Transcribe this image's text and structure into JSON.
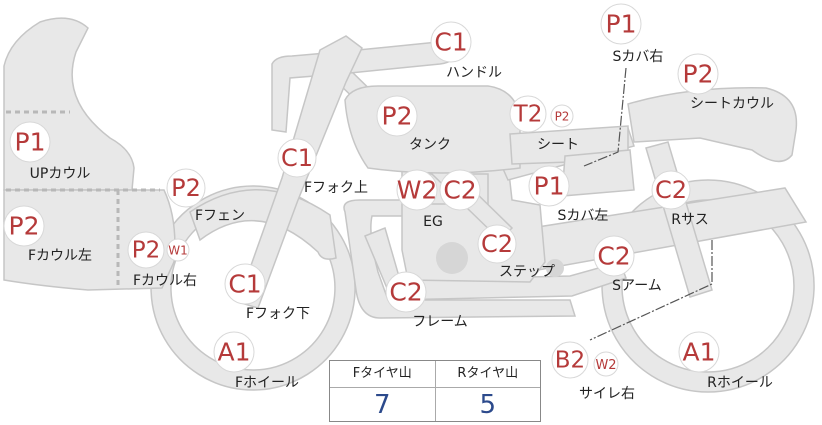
{
  "colors": {
    "badge_text": "#b53a3a",
    "bike_fill": "#e8e8e8",
    "tread_value": "#2c4a8c"
  },
  "badges": [
    {
      "id": "badge-c1-handle",
      "code": "C1",
      "label": "ハンドル"
    },
    {
      "id": "badge-p1-sideR",
      "code": "P1",
      "label": "Sカバ右"
    },
    {
      "id": "badge-p2-seatcowl",
      "code": "P2",
      "label": "シートカウル"
    },
    {
      "id": "badge-p2-tank",
      "code": "P2",
      "label": "タンク"
    },
    {
      "id": "badge-t2-seat",
      "code": "T2",
      "sub": "P2",
      "label": "シート"
    },
    {
      "id": "badge-p1-upcowl",
      "code": "P1",
      "label": "UPカウル"
    },
    {
      "id": "badge-c1-ffork-up",
      "code": "C1",
      "label": "Fフォク上"
    },
    {
      "id": "badge-p2-ffender",
      "code": "P2",
      "label": "Fフェン"
    },
    {
      "id": "badge-w2-eg",
      "code": "W2",
      "label": "EG"
    },
    {
      "id": "badge-c2-eg",
      "code": "C2"
    },
    {
      "id": "badge-p1-sideL",
      "code": "P1",
      "label": "Sカバ左"
    },
    {
      "id": "badge-c2-rsus",
      "code": "C2",
      "label": "Rサス"
    },
    {
      "id": "badge-p2-fcowlL",
      "code": "P2",
      "label": "Fカウル左"
    },
    {
      "id": "badge-p2-fcowlR",
      "code": "P2",
      "sub": "W1",
      "label": "Fカウル右"
    },
    {
      "id": "badge-c2-step",
      "code": "C2",
      "label": "ステップ"
    },
    {
      "id": "badge-c2-sarm",
      "code": "C2",
      "label": "Sアーム"
    },
    {
      "id": "badge-c1-ffork-low",
      "code": "C1",
      "label": "Fフォク下"
    },
    {
      "id": "badge-c2-frame",
      "code": "C2",
      "label": "フレーム"
    },
    {
      "id": "badge-a1-fwheel",
      "code": "A1",
      "label": "Fホイール"
    },
    {
      "id": "badge-b2-muffler",
      "code": "B2",
      "sub": "W2",
      "label": "サイレ右"
    },
    {
      "id": "badge-a1-rwheel",
      "code": "A1",
      "label": "Rホイール"
    }
  ],
  "tread_table": {
    "front_header": "Fタイヤ山",
    "rear_header": "Rタイヤ山",
    "front_value": "7",
    "rear_value": "5"
  }
}
